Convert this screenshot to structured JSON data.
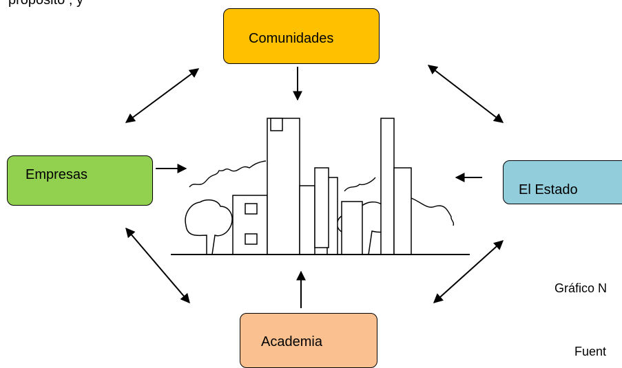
{
  "header_fragment": "propósito      ,                              y",
  "nodes": {
    "comunidades": "Comunidades",
    "empresas": "Empresas",
    "estado": "El Estado",
    "academia": "Academia"
  },
  "captions": {
    "grafico": "Gráfico N",
    "fuente": "Fuent"
  },
  "colors": {
    "comunidades": "#ffc000",
    "empresas": "#92d050",
    "estado": "#92cddc",
    "academia": "#fac090"
  }
}
